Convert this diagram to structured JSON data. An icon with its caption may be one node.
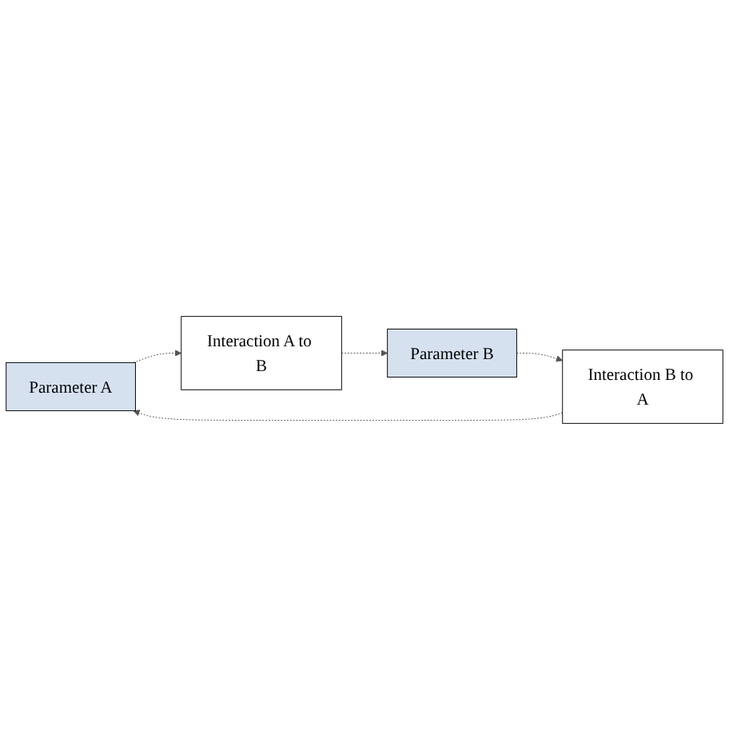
{
  "diagram": {
    "nodes": [
      {
        "text": [
          "Parameter A"
        ]
      },
      {
        "text": [
          "Interaction A to B"
        ]
      },
      {
        "text": [
          "Interaction B to A"
        ]
      },
      {
        "text": [
          "Parameter B"
        ]
      }
    ],
    "edges": [
      {
        "from": 0,
        "to": 1,
        "arrow": "to",
        "style": "dashed"
      },
      {
        "from": 1,
        "to": 3,
        "arrow": "to",
        "style": "dashed"
      },
      {
        "from": 3,
        "to": 2,
        "arrow": "to",
        "style": "dashed"
      },
      {
        "from": 2,
        "to": 0,
        "arrow": "to",
        "style": "dashed"
      }
    ]
  }
}
